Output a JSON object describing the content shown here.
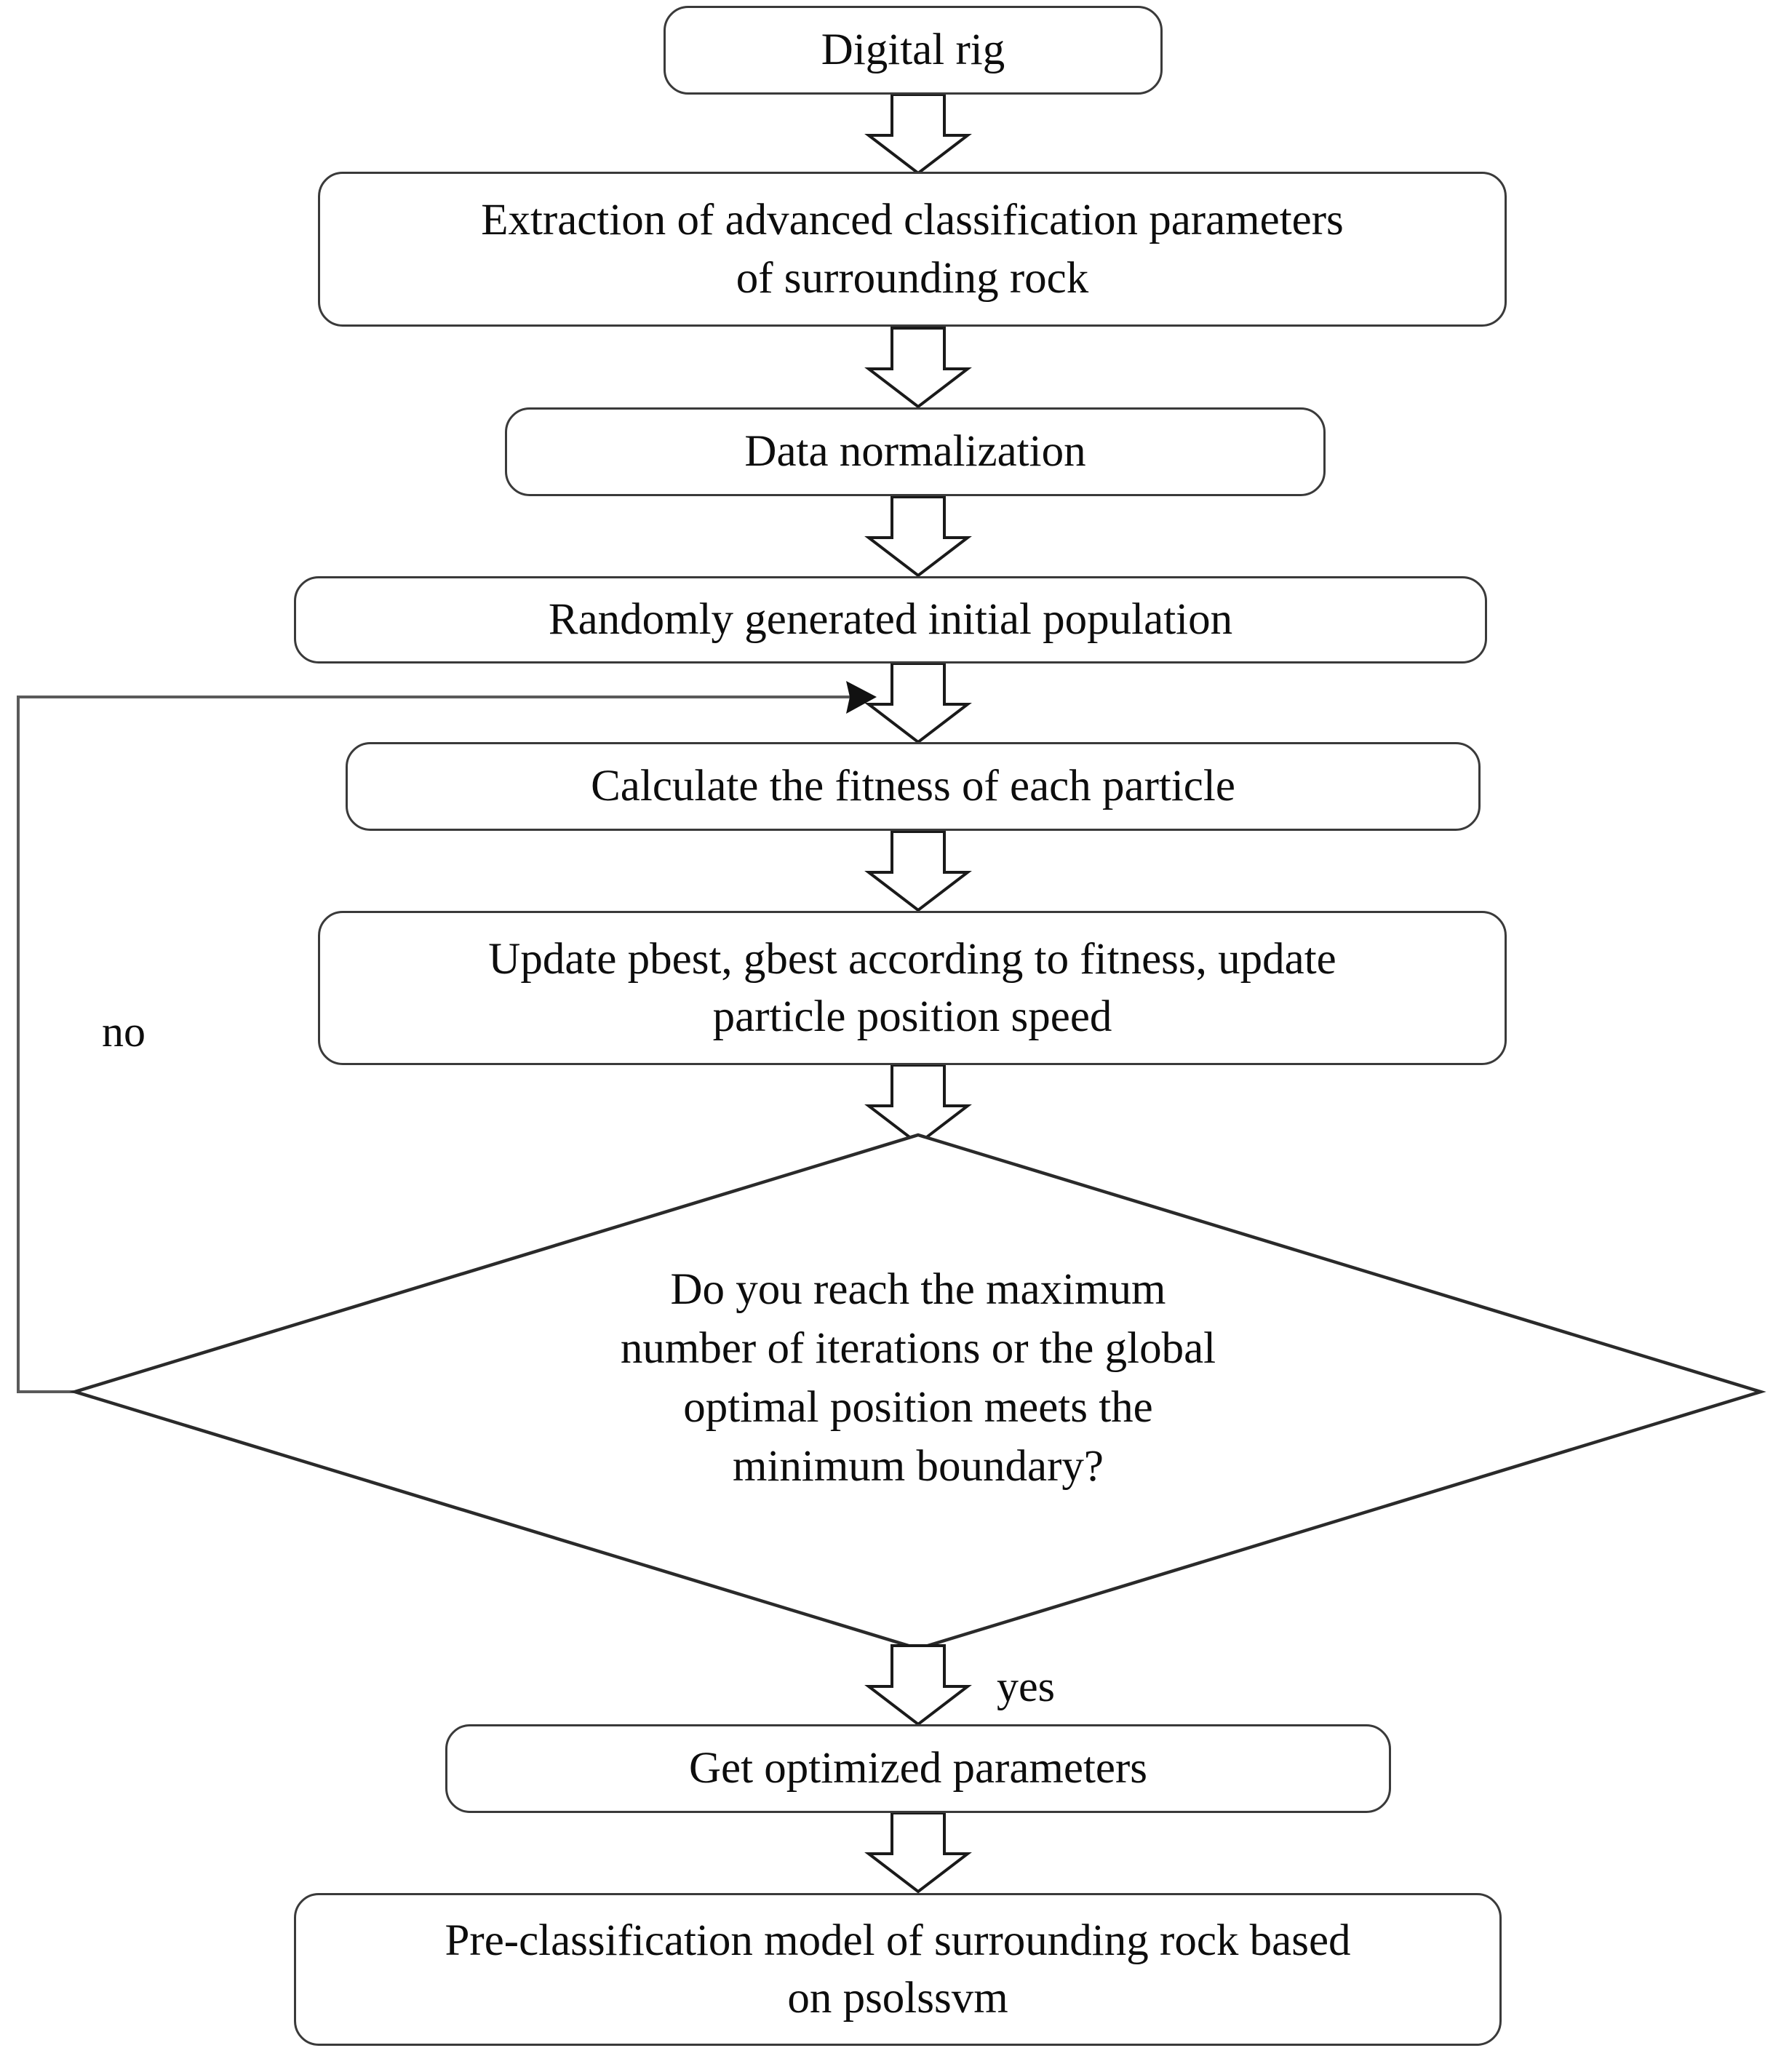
{
  "diagram": {
    "type": "flowchart",
    "title": "PSO-LSSVM surrounding rock pre-classification workflow",
    "orientation": "top-to-bottom",
    "nodes": [
      {
        "id": "n1",
        "shape": "rounded-rectangle",
        "text": "Digital rig"
      },
      {
        "id": "n2",
        "shape": "rounded-rectangle",
        "text": "Extraction of advanced classification parameters\nof surrounding rock"
      },
      {
        "id": "n3",
        "shape": "rounded-rectangle",
        "text": "Data normalization"
      },
      {
        "id": "n4",
        "shape": "rounded-rectangle",
        "text": "Randomly generated initial population"
      },
      {
        "id": "n5",
        "shape": "rounded-rectangle",
        "text": "Calculate the fitness of each particle"
      },
      {
        "id": "n6",
        "shape": "rounded-rectangle",
        "text": "Update pbest, gbest according to fitness, update\nparticle position speed"
      },
      {
        "id": "n7",
        "shape": "diamond",
        "text": "Do you reach the maximum\nnumber of iterations or the global\noptimal position meets the\nminimum boundary?"
      },
      {
        "id": "n8",
        "shape": "rounded-rectangle",
        "text": "Get optimized parameters"
      },
      {
        "id": "n9",
        "shape": "rounded-rectangle",
        "text": "Pre-classification model of surrounding rock based\non psolssvm"
      }
    ],
    "edge_labels": {
      "no": "no",
      "yes": "yes"
    },
    "edges": [
      {
        "from": "n1",
        "to": "n2",
        "style": "block-arrow",
        "label": ""
      },
      {
        "from": "n2",
        "to": "n3",
        "style": "block-arrow",
        "label": ""
      },
      {
        "from": "n3",
        "to": "n4",
        "style": "block-arrow",
        "label": ""
      },
      {
        "from": "n4",
        "to": "n5",
        "style": "block-arrow",
        "label": ""
      },
      {
        "from": "n5",
        "to": "n6",
        "style": "block-arrow",
        "label": ""
      },
      {
        "from": "n6",
        "to": "n7",
        "style": "block-arrow",
        "label": ""
      },
      {
        "from": "n7",
        "to": "n5",
        "style": "feedback-line",
        "label": "no"
      },
      {
        "from": "n7",
        "to": "n8",
        "style": "block-arrow",
        "label": "yes"
      },
      {
        "from": "n8",
        "to": "n9",
        "style": "block-arrow",
        "label": ""
      }
    ],
    "colors": {
      "background": "#ffffff",
      "node_border": "#3a3a3a",
      "diamond_border": "#2a2a2a",
      "text": "#0d0d0d",
      "arrow_stroke": "#1a1a1a",
      "loop_stroke": "#5a5a5a"
    }
  }
}
